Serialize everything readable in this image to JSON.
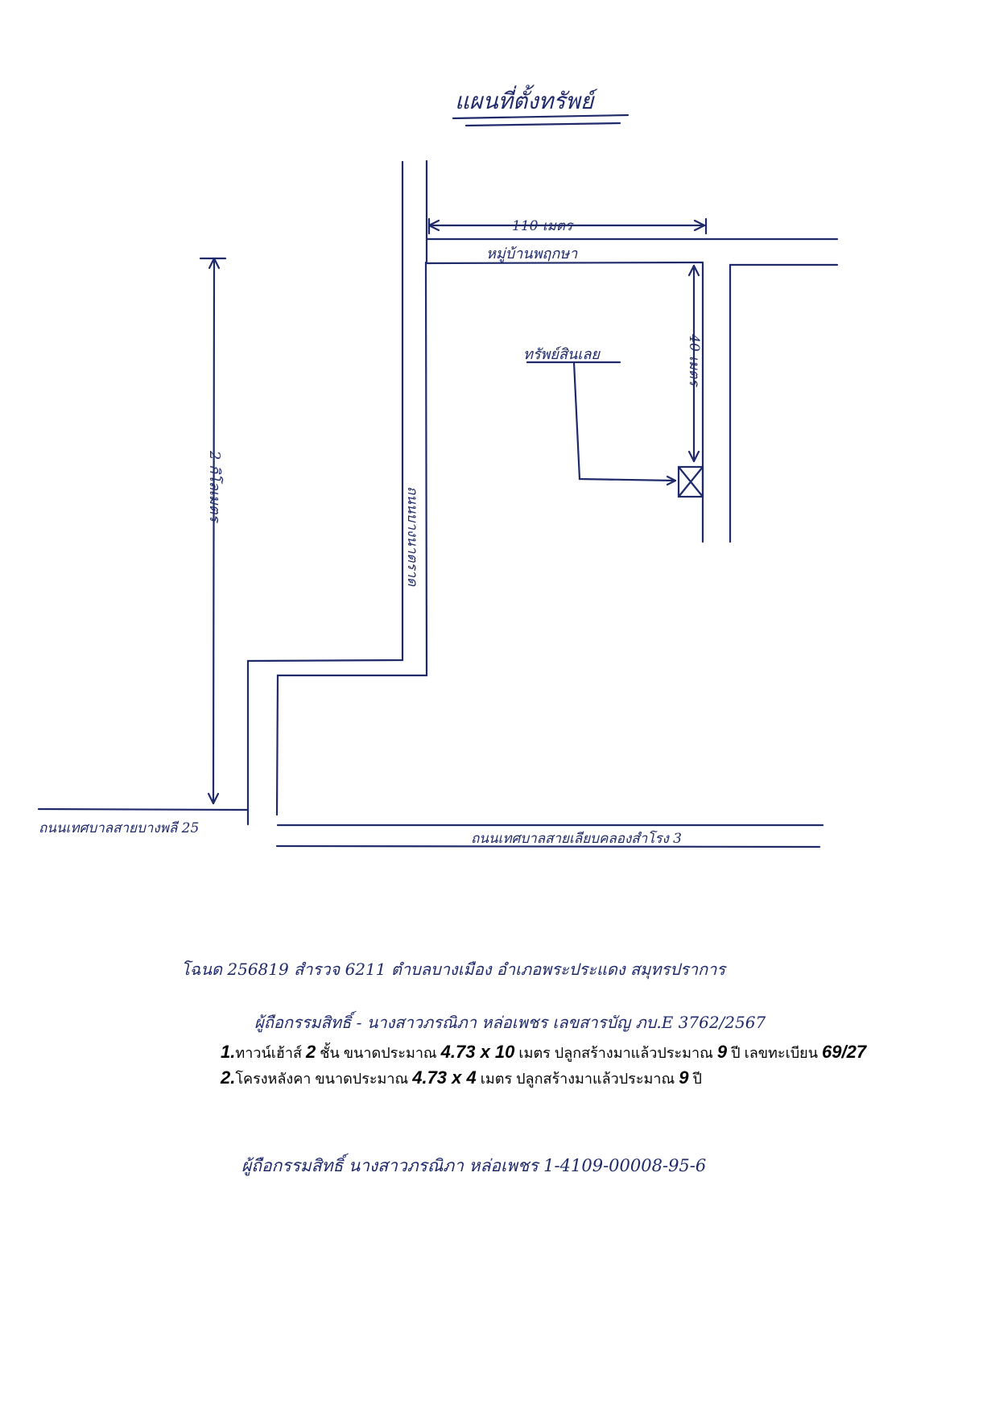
{
  "title": "แผนที่ตั้งทรัพย์",
  "map": {
    "road_top_label": "หมู่บ้านพฤกษา",
    "dim_top": "110 เมตร",
    "dim_right": "40 เมตร",
    "dim_left": "2 กิโลเมตร",
    "road_vertical_label": "ถนนบางนาตราด",
    "property_label": "ทรัพย์สินเลย",
    "road_bottom_left": "ถนนเทศบาลสายบางพลี 25",
    "road_bottom_right": "ถนนเทศบาลสายเลียบคลองสำโรง 3"
  },
  "deed": {
    "line1": "โฉนด 256819 สำรวจ 6211 ตำบลบางเมือง อำเภอพระประแดง สมุทรปราการ",
    "line2": "ผู้ถือกรรมสิทธิ์ - นางสาวภรณิภา หล่อเพชร เลขสารบัญ ภบ.E 3762/2567"
  },
  "items": [
    {
      "num": "1.",
      "text_a": "ทาวน์เฮ้าส์",
      "floors": "2",
      "text_b": "ชั้น ขนาดประมาณ",
      "size": "4.73 x 10",
      "text_c": "เมตร ปลูกสร้างมาแล้วประมาณ",
      "years": "9",
      "text_d": "ปี เลขทะเบียน",
      "reg": "69/27"
    },
    {
      "num": "2.",
      "text_a": "โครงหลังคา ขนาดประมาณ",
      "size": "4.73 x 4",
      "text_c": "เมตร ปลูกสร้างมาแล้วประมาณ",
      "years": "9",
      "text_d": "ปี"
    }
  ],
  "footer": "ผู้ถือกรรมสิทธิ์ นางสาวภรณิภา หล่อเพชร 1-4109-00008-95-6"
}
